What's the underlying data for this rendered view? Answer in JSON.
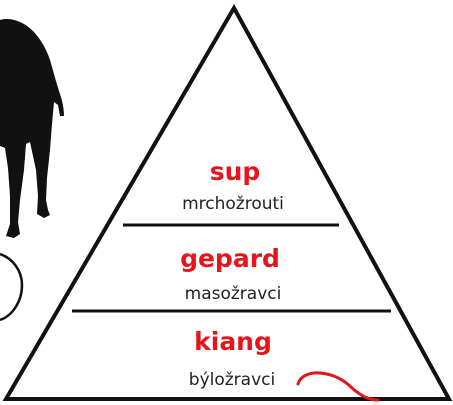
{
  "colors": {
    "name_text": "#e8141c",
    "outline": "#111111",
    "silhouette": "#111111",
    "pen_mark": "#e01818"
  },
  "icons": {
    "animal_silhouette": "animal-silhouette-icon",
    "partial_circle": "partial-circle-icon",
    "pen_mark": "red-pen-mark-icon"
  },
  "pyramid": {
    "levels": [
      {
        "name": "sup",
        "role": "mrchožrouti"
      },
      {
        "name": "gepard",
        "role": "masožravci"
      },
      {
        "name": "kiang",
        "role": "býložravci"
      }
    ]
  }
}
